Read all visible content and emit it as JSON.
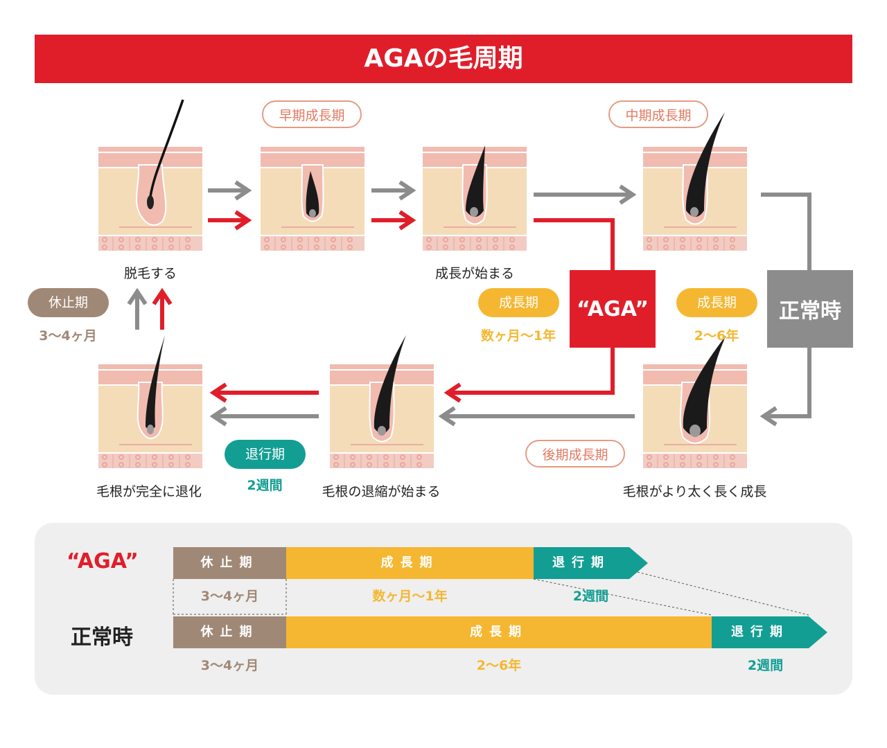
{
  "title": "AGAの毛周期",
  "colors": {
    "red": "#e01e2a",
    "gray": "#8c8c8c",
    "rest": "#a08876",
    "growth": "#f5b731",
    "regress": "#139e94",
    "skin_pink": "#f1bbb0",
    "skin_beige": "#f4dcb8"
  },
  "stage_labels": {
    "early_growth": "早期成長期",
    "mid_growth": "中期成長期",
    "late_growth": "後期成長期"
  },
  "captions": {
    "shedding": "脱毛する",
    "growth_start": "成長が始まる",
    "regression_complete": "毛根が完全に退化",
    "regression_start": "毛根の退縮が始まる",
    "thicker_longer": "毛根がより太く長く成長"
  },
  "phases": {
    "rest": {
      "label": "休止期",
      "duration": "3〜4ヶ月"
    },
    "regress": {
      "label": "退行期",
      "duration": "2週間"
    },
    "growth_aga": {
      "label": "成長期",
      "duration": "数ヶ月〜1年"
    },
    "growth_normal": {
      "label": "成長期",
      "duration": "2〜6年"
    }
  },
  "boxes": {
    "aga": "“AGA”",
    "normal": "正常時"
  },
  "timeline": {
    "aga": {
      "label": "“AGA”",
      "rest": {
        "label": "休止期",
        "duration": "3〜4ヶ月"
      },
      "growth": {
        "label": "成長期",
        "duration": "数ヶ月〜1年"
      },
      "regress": {
        "label": "退行期",
        "duration": "2週間"
      }
    },
    "normal": {
      "label": "正常時",
      "rest": {
        "label": "休止期",
        "duration": "3〜4ヶ月"
      },
      "growth": {
        "label": "成長期",
        "duration": "2〜6年"
      },
      "regress": {
        "label": "退行期",
        "duration": "2週間"
      }
    }
  }
}
